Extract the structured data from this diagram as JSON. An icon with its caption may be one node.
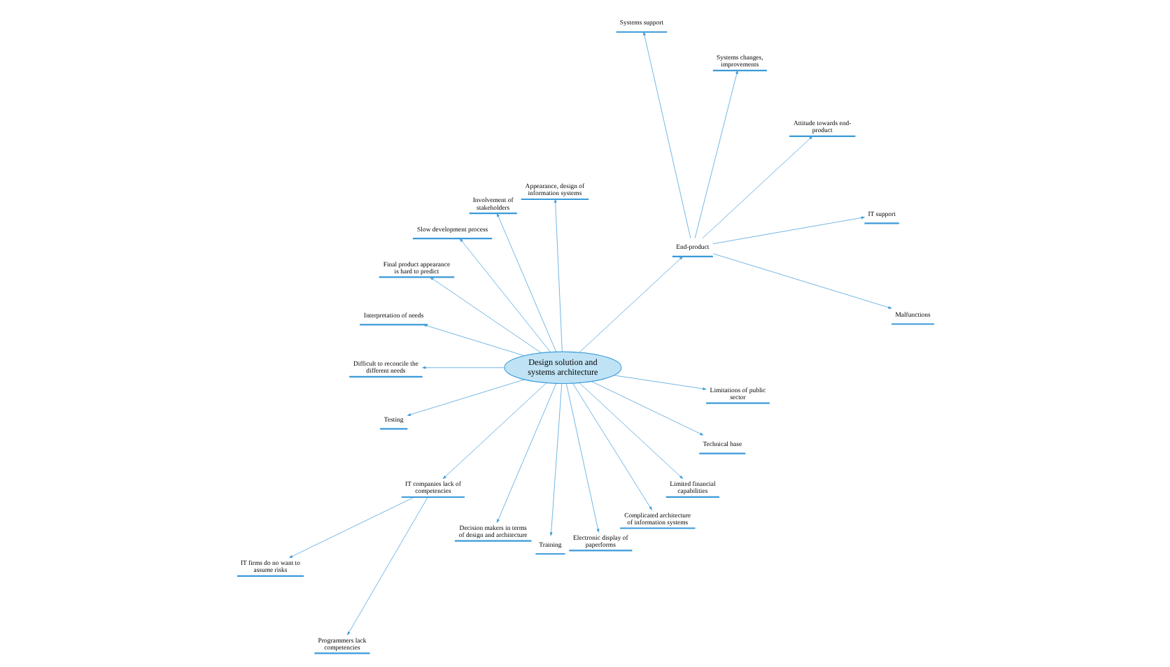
{
  "diagram": {
    "nodes": [
      {
        "text": [
          "Design solution and systems architecture"
        ]
      },
      {
        "text": [
          "Malfunctions"
        ]
      },
      {
        "text": [
          "IT support"
        ]
      },
      {
        "text": [
          "Attitude towards end-product"
        ]
      },
      {
        "text": [
          "Systems changes, improvements"
        ]
      },
      {
        "text": [
          "Systems support"
        ]
      },
      {
        "text": [
          "End-product"
        ]
      },
      {
        "text": [
          "Appearance, design of information systems"
        ]
      },
      {
        "text": [
          "Involvement of stakeholders"
        ]
      },
      {
        "text": [
          "Slow development process"
        ]
      },
      {
        "text": [
          "Final product appearance is hard to predict"
        ]
      },
      {
        "text": [
          "Interpretation of needs"
        ]
      },
      {
        "text": [
          "Difficult to reconcile the different needs"
        ]
      },
      {
        "text": [
          "Testing"
        ]
      },
      {
        "text": [
          "IT firms do no want to assume risks"
        ]
      },
      {
        "text": [
          "Programmers lack competencies"
        ]
      },
      {
        "text": [
          "IT companies lack of competencies"
        ]
      },
      {
        "text": [
          "Decision makers in terms of design and architecture"
        ]
      },
      {
        "text": [
          "Training"
        ]
      },
      {
        "text": [
          "Electronic display of paperforms"
        ]
      },
      {
        "text": [
          "Complicated architecture of information systems"
        ]
      },
      {
        "text": [
          "Limited financial capabilities"
        ]
      },
      {
        "text": [
          "Technical base"
        ]
      },
      {
        "text": [
          "Limitations of public sector"
        ]
      }
    ],
    "edges": [
      {
        "from": 0,
        "to": 6,
        "arrow": "to"
      },
      {
        "from": 0,
        "to": 7,
        "arrow": "to"
      },
      {
        "from": 0,
        "to": 8,
        "arrow": "to"
      },
      {
        "from": 0,
        "to": 9,
        "arrow": "to"
      },
      {
        "from": 0,
        "to": 10,
        "arrow": "to"
      },
      {
        "from": 0,
        "to": 11,
        "arrow": "to"
      },
      {
        "from": 0,
        "to": 12,
        "arrow": "to"
      },
      {
        "from": 0,
        "to": 13,
        "arrow": "to"
      },
      {
        "from": 6,
        "to": 1,
        "arrow": "to"
      },
      {
        "from": 6,
        "to": 2,
        "arrow": "to"
      },
      {
        "from": 6,
        "to": 3,
        "arrow": "to"
      },
      {
        "from": 6,
        "to": 4,
        "arrow": "to"
      },
      {
        "from": 6,
        "to": 5,
        "arrow": "to"
      },
      {
        "from": 0,
        "to": 16,
        "arrow": "to"
      },
      {
        "from": 0,
        "to": 17,
        "arrow": "to"
      },
      {
        "from": 0,
        "to": 18,
        "arrow": "to"
      },
      {
        "from": 0,
        "to": 19,
        "arrow": "to"
      },
      {
        "from": 0,
        "to": 20,
        "arrow": "to"
      },
      {
        "from": 0,
        "to": 21,
        "arrow": "to"
      },
      {
        "from": 0,
        "to": 22,
        "arrow": "to"
      },
      {
        "from": 0,
        "to": 23,
        "arrow": "to"
      },
      {
        "from": 16,
        "to": 14,
        "arrow": "to"
      },
      {
        "from": 16,
        "to": 15,
        "arrow": "to"
      }
    ]
  }
}
